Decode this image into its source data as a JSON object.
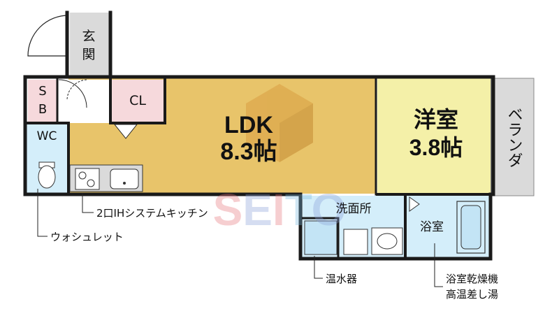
{
  "rooms": {
    "genkan": "玄関",
    "sb_s": "S",
    "sb_b": "B",
    "cl": "CL",
    "wc": "WC",
    "ldk_name": "LDK",
    "ldk_size": "8.3帖",
    "yoshitsu_name": "洋室",
    "yoshitsu_size": "3.8帖",
    "veranda": "ベランダ",
    "senmenjo": "洗面所",
    "yokushitsu": "浴室"
  },
  "callouts": {
    "kitchen": "2口IHシステムキッチン",
    "washlet": "ウォシュレット",
    "water_heater": "温水器",
    "bath_dryer_line1": "浴室乾燥機",
    "bath_dryer_line2": "高温差し湯"
  },
  "watermark": {
    "text": "SEITO",
    "colors": [
      "#e8747c",
      "#8aa0d8",
      "#e8747c",
      "#7dbbe0",
      "#8aa0d8"
    ]
  },
  "colors": {
    "ldk": "#e8c46a",
    "yoshitsu": "#f4f0a8",
    "wet_area": "#d4eefa",
    "cl_sb": "#f6d9dc",
    "gray": "#dadada",
    "wall": "#1a1a1a"
  }
}
